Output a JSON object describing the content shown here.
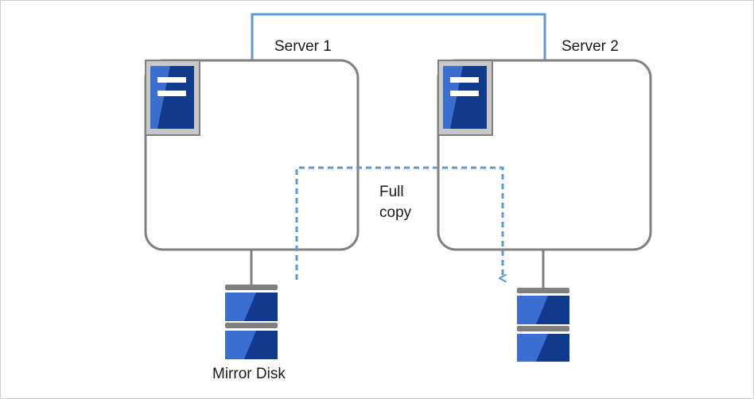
{
  "servers": [
    {
      "label": "Server 1"
    },
    {
      "label": "Server 2"
    }
  ],
  "copy_label": {
    "line1": "Full",
    "line2": "copy"
  },
  "disk_label": "Mirror Disk",
  "colors": {
    "server_outline": "#808080",
    "network_line": "#5b9bd5",
    "copy_arrow": "#5b9bd5",
    "disk_blue": "#1f4fa8",
    "disk_blue_dark": "#123a8c",
    "disk_blue_light": "#3a6fd0",
    "disk_cap": "#808080",
    "icon_bg": "#c8c8c8"
  }
}
